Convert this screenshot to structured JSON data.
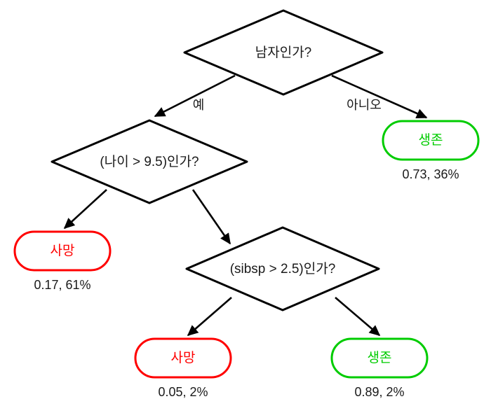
{
  "diagram": {
    "type": "decision-tree",
    "title": "",
    "background_color": "#ffffff",
    "colors": {
      "decision_stroke": "#000000",
      "edge_stroke": "#000000",
      "died_accent": "#ff0000",
      "survived_accent": "#00cc00",
      "text": "#1a1a1a",
      "node_fill": "#ffffff"
    }
  },
  "nodes": {
    "root": {
      "label": "남자인가?",
      "shape": "diamond",
      "kind": "decision"
    },
    "age": {
      "label": "(나이 > 9.5)인가?",
      "shape": "diamond",
      "kind": "decision"
    },
    "sibsp": {
      "label": "(sibsp > 2.5)인가?",
      "shape": "diamond",
      "kind": "decision"
    },
    "survived_right": {
      "label": "생존",
      "shape": "rounded-rect",
      "kind": "leaf",
      "stat": "0.73, 36%",
      "probability": 0.73,
      "percent": "36%"
    },
    "died_left": {
      "label": "사망",
      "shape": "rounded-rect",
      "kind": "leaf",
      "stat": "0.17, 61%",
      "probability": 0.17,
      "percent": "61%"
    },
    "died_bottom": {
      "label": "사망",
      "shape": "rounded-rect",
      "kind": "leaf",
      "stat": "0.05, 2%",
      "probability": 0.05,
      "percent": "2%"
    },
    "survived_bottom": {
      "label": "생존",
      "shape": "rounded-rect",
      "kind": "leaf",
      "stat": "0.89, 2%",
      "probability": 0.89,
      "percent": "2%"
    }
  },
  "edges": {
    "root_yes": {
      "label": "예",
      "from": "root",
      "to": "age"
    },
    "root_no": {
      "label": "아니오",
      "from": "root",
      "to": "survived_right"
    },
    "age_yes": {
      "label": "",
      "from": "age",
      "to": "died_left"
    },
    "age_no": {
      "label": "",
      "from": "age",
      "to": "sibsp"
    },
    "sibsp_yes": {
      "label": "",
      "from": "sibsp",
      "to": "died_bottom"
    },
    "sibsp_no": {
      "label": "",
      "from": "sibsp",
      "to": "survived_bottom"
    }
  }
}
